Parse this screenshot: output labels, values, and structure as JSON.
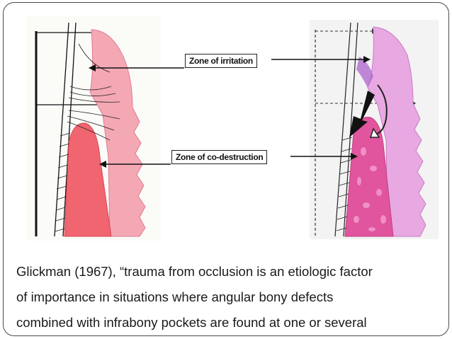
{
  "labels": {
    "zone_irritation": "Zone of irritation",
    "zone_codestruction": "Zone of co-destruction"
  },
  "caption": {
    "line1": "Glickman (1967), “trauma from occlusion is an etiologic factor",
    "line2": "of importance in situations where angular bony defects",
    "line3": "combined with infrabony pockets are found at one or several"
  },
  "colors": {
    "gingiva_left": "#f4a8b4",
    "bone_left": "#f06570",
    "gingiva_right": "#e8a8e2",
    "bone_right": "#e0559e",
    "frame": "#4a4a4a"
  }
}
